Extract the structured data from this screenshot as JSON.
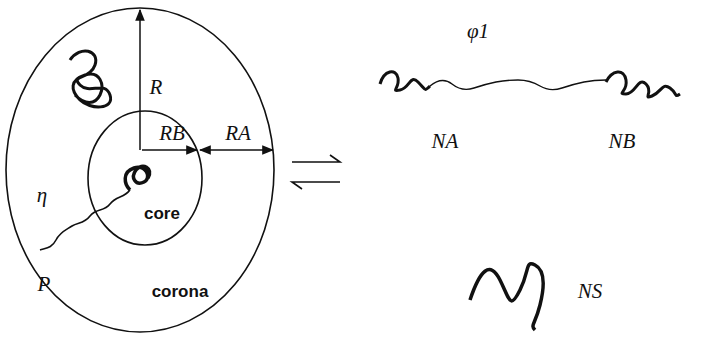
{
  "diagram": {
    "nodes": [
      {
        "text": [
          "corona"
        ]
      },
      {
        "text": [
          "core"
        ],
        "in": 0
      }
    ],
    "labels": [
      "R",
      "RB",
      "RA",
      "η",
      "P",
      "φ1",
      "NA",
      "NB",
      "NS"
    ]
  }
}
